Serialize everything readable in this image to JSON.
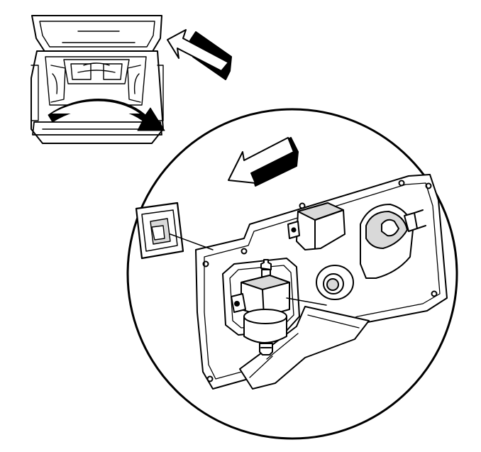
{
  "diagram": {
    "style": "black line-art technical illustration",
    "colors": {
      "ink": "#000000",
      "paper": "#ffffff",
      "shade": "#d9d9d9"
    },
    "views": [
      {
        "name": "vehicle-rear-cargo-overview"
      },
      {
        "name": "detail-magnified-circle"
      }
    ],
    "components": [
      {
        "name": "access-cover"
      },
      {
        "name": "rear-trim-panel"
      },
      {
        "name": "relay-module"
      },
      {
        "name": "jack-bracket"
      },
      {
        "name": "round-grommet"
      },
      {
        "name": "solenoid-valve"
      },
      {
        "name": "mounting-bracket"
      },
      {
        "name": "hose-fitting"
      }
    ],
    "arrows": [
      {
        "name": "view-direction-arrow"
      },
      {
        "name": "removal-direction-arrow"
      },
      {
        "name": "magnify-curved-arrow"
      }
    ]
  }
}
